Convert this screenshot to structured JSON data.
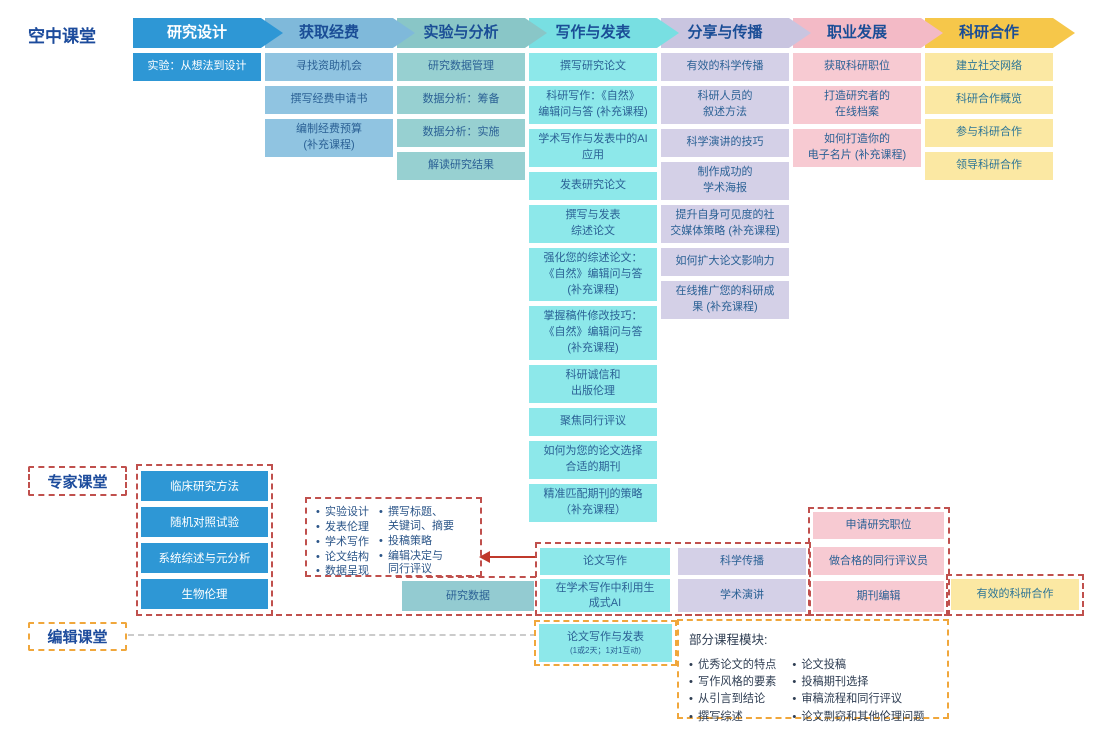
{
  "air": {
    "label": "空中课堂",
    "columns": [
      {
        "header": "研究设计",
        "header_bg": "#2e97d5",
        "box_bg": "#2e97d5",
        "courses": [
          "实验：从想法到设计"
        ]
      },
      {
        "header": "获取经费",
        "header_bg": "#7fb9da",
        "box_bg": "#90c4e1",
        "courses": [
          "寻找资助机会",
          "撰写经费申请书",
          "编制经费预算\n(补充课程)"
        ]
      },
      {
        "header": "实验与分析",
        "header_bg": "#89c6c7",
        "box_bg": "#97d0d1",
        "courses": [
          "研究数据管理",
          "数据分析：筹备",
          "数据分析：实施",
          "解读研究结果"
        ]
      },
      {
        "header": "写作与发表",
        "header_bg": "#78dfe2",
        "box_bg": "#8de8ea",
        "courses": [
          "撰写研究论文",
          "科研写作：《自然》\n编辑问与答 (补充课程)",
          "学术写作与发表中的AI\n应用",
          "发表研究论文",
          "撰写与发表\n综述论文",
          "强化您的综述论文：\n《自然》编辑问与答\n(补充课程)",
          "掌握稿件修改技巧：\n《自然》编辑问与答\n(补充课程)",
          "科研诚信和\n出版伦理",
          "聚焦同行评议",
          "如何为您的论文选择\n合适的期刊",
          "精准匹配期刊的策略\n（补充课程）"
        ]
      },
      {
        "header": "分享与传播",
        "header_bg": "#c9c5e0",
        "box_bg": "#d4d0e7",
        "courses": [
          "有效的科学传播",
          "科研人员的\n叙述方法",
          "科学演讲的技巧",
          "制作成功的\n学术海报",
          "提升自身可见度的社\n交媒体策略 (补充课程)",
          "如何扩大论文影响力",
          "在线推广您的科研成\n果 (补充课程)"
        ]
      },
      {
        "header": "职业发展",
        "header_bg": "#f3bac6",
        "box_bg": "#f7cad2",
        "courses": [
          "获取科研职位",
          "打造研究者的\n在线档案",
          "如何打造你的\n电子名片 (补充课程)"
        ]
      },
      {
        "header": "科研合作",
        "header_bg": "#f6c74a",
        "box_bg": "#fbe8a3",
        "courses": [
          "建立社交网络",
          "科研合作概览",
          "参与科研合作",
          "领导科研合作"
        ]
      }
    ]
  },
  "expert": {
    "label": "专家课堂",
    "courses": [
      "临床研究方法",
      "随机对照试验",
      "系统综述与元分析",
      "生物伦理"
    ],
    "topics_left": [
      "实验设计",
      "发表伦理",
      "学术写作",
      "论文结构",
      "数据呈现"
    ],
    "topics_right": [
      "撰写标题、\n关键词、摘要",
      "投稿策略",
      "编辑决定与\n同行评议"
    ]
  },
  "mid": {
    "research_data": "研究数据",
    "paper_writing": "论文写作",
    "gen_ai": "在学术写作中利用生\n成式AI",
    "science_communication": "科学传播",
    "academic_presentation": "学术演讲",
    "apply_research_position": "申请研究职位",
    "qualified_peer_reviewer": "做合格的同行评议员",
    "journal_editor": "期刊编辑",
    "effective_collaboration": "有效的科研合作"
  },
  "editor": {
    "label": "编辑课堂",
    "course_title": "论文写作与发表",
    "course_subtitle": "(1或2天；1对1互动)",
    "modules_title": "部分课程模块:",
    "modules_left": [
      "优秀论文的特点",
      "写作风格的要素",
      "从引言到结论",
      "撰写综述"
    ],
    "modules_right": [
      "论文投稿",
      "投稿期刊选择",
      "审稿流程和同行评议",
      "论文剽窃和其他伦理问题"
    ]
  },
  "colors": {
    "label_navy": "#1c4b9c",
    "header_text": "#1a4d96",
    "box_text": "#2b6195",
    "yellow_box_text": "#2d7596",
    "red_dashed": "#c0504d",
    "orange_dashed": "#f0a73c",
    "gray_dashed": "#cbcbcb",
    "arrow_red": "#c0392b",
    "research_data_bg": "#93cbd1"
  }
}
